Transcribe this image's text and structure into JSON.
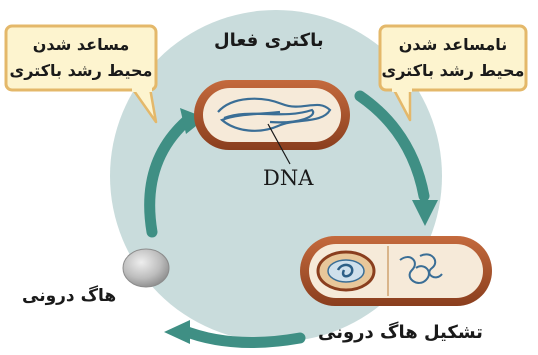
{
  "labels": {
    "active_bacterium": "باکتری فعال",
    "unfavorable_line1": "نامساعد شدن",
    "unfavorable_line2": "محیط رشد باکتری",
    "favorable_line1": "مساعد شدن",
    "favorable_line2": "محیط رشد باکتری",
    "dna": "DNA",
    "spore_formation": "تشکیل هاگ درونی",
    "endospore": "هاگ درونی"
  },
  "colors": {
    "cycle_background": "#c9dcdc",
    "arrow": "#3f8f84",
    "callout_fill": "#fdf4cf",
    "callout_border": "#e4b86a",
    "cell_wall": "#a5502b",
    "cell_inner": "#f6ead9",
    "dna_strand": "#3a6e96",
    "spore": "#b8b8b8"
  }
}
